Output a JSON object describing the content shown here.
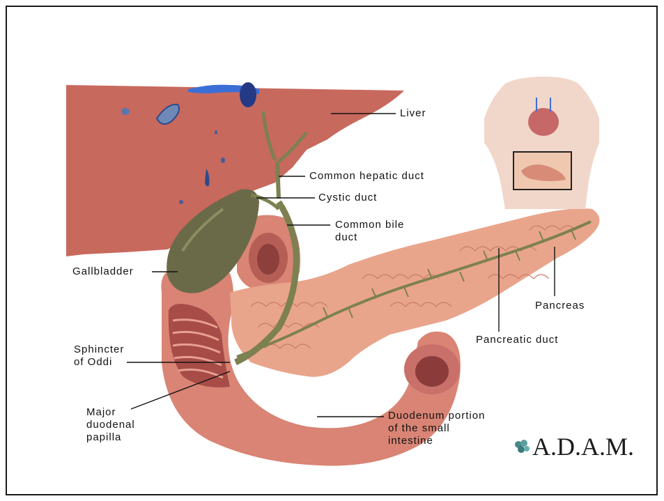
{
  "labels": {
    "liver": "Liver",
    "common_hepatic_duct": "Common hepatic duct",
    "cystic_duct": "Cystic duct",
    "common_bile_duct": "Common bile\nduct",
    "gallbladder": "Gallbladder",
    "pancreas": "Pancreas",
    "pancreatic_duct": "Pancreatic duct",
    "sphincter_of_oddi": "Sphincter\nof Oddi",
    "major_duodenal_papilla": "Major\nduodenal\npapilla",
    "duodenum": "Duodenum portion\nof the small\nintestine"
  },
  "logo": {
    "text": "A.D.A.M.",
    "icon": "adam-leaf-icon"
  },
  "colors": {
    "liver": "#c8695e",
    "gallbladder": "#6b6a48",
    "duct": "#7d8050",
    "pancreas": "#e9a58c",
    "duodenum": "#d98474",
    "vessel": "#3b6fd6"
  }
}
